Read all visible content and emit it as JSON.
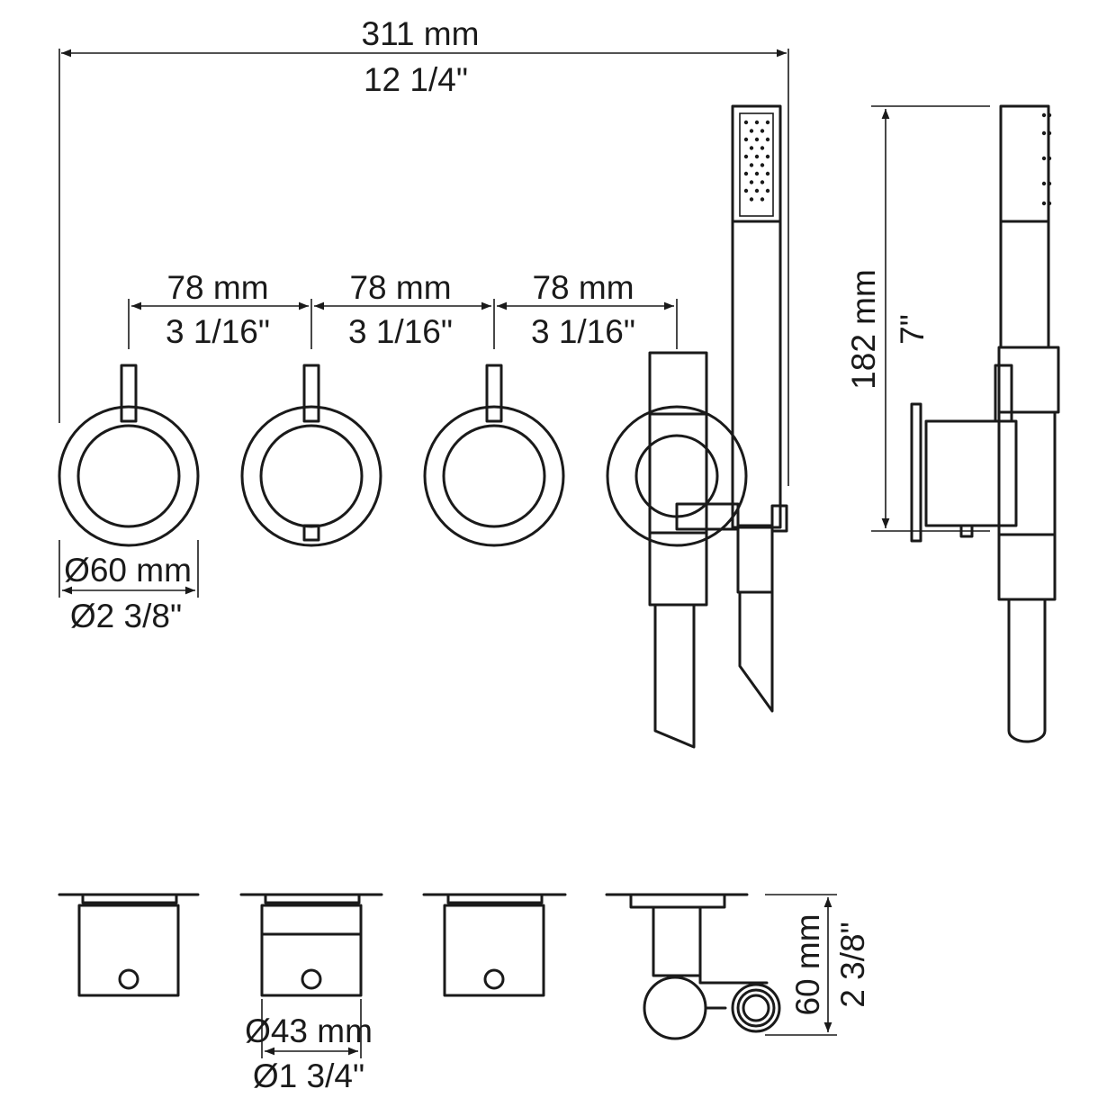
{
  "dimensions": {
    "overall_width": {
      "metric": "311 mm",
      "imperial": "12 1/4\""
    },
    "spacing_1": {
      "metric": "78 mm",
      "imperial": "3 1/16\""
    },
    "spacing_2": {
      "metric": "78 mm",
      "imperial": "3 1/16\""
    },
    "spacing_3": {
      "metric": "78 mm",
      "imperial": "3 1/16\""
    },
    "rosette_diameter": {
      "metric": "Ø60 mm",
      "imperial": "Ø2 3/8\""
    },
    "height": {
      "metric": "182 mm",
      "imperial": "7\""
    },
    "body_diameter": {
      "metric": "Ø43 mm",
      "imperial": "Ø1 3/4\""
    },
    "projection": {
      "metric": "60 mm",
      "imperial": "2 3/8\""
    }
  },
  "colors": {
    "line": "#1a1a1a",
    "background": "#ffffff"
  }
}
